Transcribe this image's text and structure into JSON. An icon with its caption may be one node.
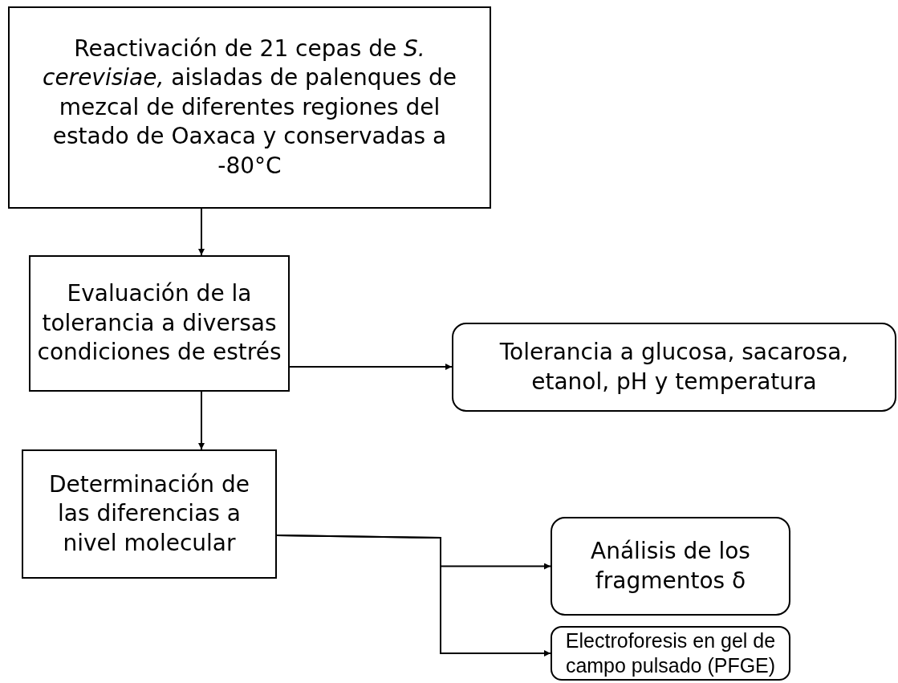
{
  "diagram": {
    "nodes": [
      {
        "text": [
          "Reactivación de 21 cepas de *S. cerevisiae,* aisladas de palenques de mezcal de diferentes regiones del estado de Oaxaca y conservadas a -80°C"
        ]
      },
      {
        "text": [
          "Evaluación de la tolerancia a diversas condiciones de estrés"
        ]
      },
      {
        "text": [
          "Tolerancia a glucosa, sacarosa, etanol, pH y temperatura"
        ]
      },
      {
        "text": [
          "Determinación de las diferencias a nivel molecular"
        ]
      },
      {
        "text": [
          "Análisis de los fragmentos δ"
        ]
      },
      {
        "text": [
          "Electroforesis en gel de campo pulsado (PFGE)"
        ]
      }
    ],
    "edges": [
      {
        "from": 0,
        "to": 1,
        "arrow": "to"
      },
      {
        "from": 1,
        "to": 2,
        "arrow": "to"
      },
      {
        "from": 1,
        "to": 3,
        "arrow": "to"
      },
      {
        "from": 3,
        "to": 4,
        "arrow": "to"
      },
      {
        "from": 3,
        "to": 5,
        "arrow": "to"
      }
    ]
  }
}
